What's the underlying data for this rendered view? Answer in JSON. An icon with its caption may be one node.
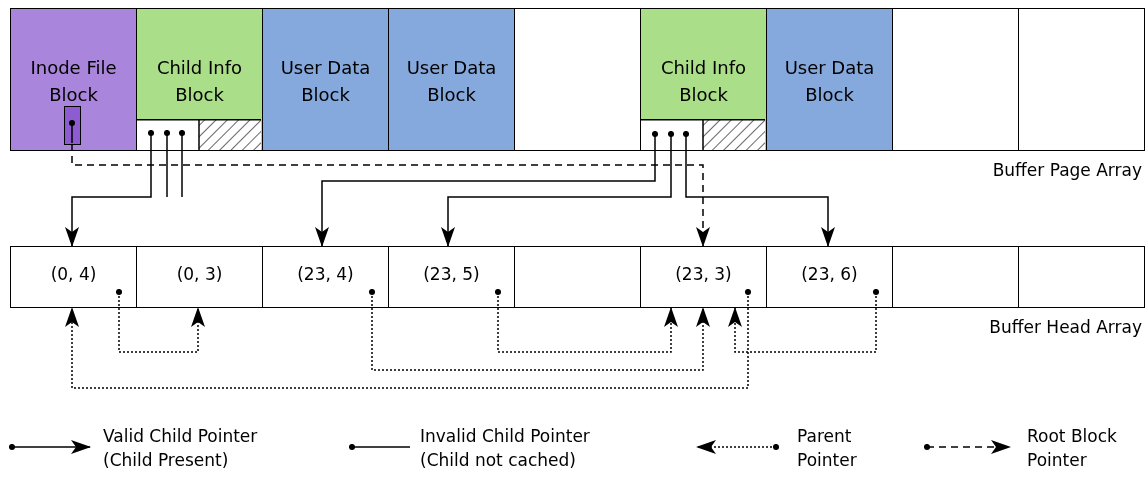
{
  "diagram": {
    "nodes": [
      {
        "text": [
          "Inode File Block"
        ]
      },
      {
        "text": [],
        "shape": "box",
        "in": 0
      },
      {
        "text": [
          "Child Info Block"
        ]
      },
      {
        "text": [
          "User Data Block"
        ]
      },
      {
        "text": [
          "User Data Block"
        ]
      },
      {
        "text": [],
        "shape": "box"
      },
      {
        "text": [
          "Child Info Block"
        ]
      },
      {
        "text": [
          "User Data Block"
        ]
      },
      {
        "text": [],
        "shape": "box"
      },
      {
        "text": [],
        "shape": "box"
      },
      {
        "text": [
          "(0, 4)"
        ]
      },
      {
        "text": [
          "(0, 3)"
        ]
      },
      {
        "text": [
          "(23, 4)"
        ]
      },
      {
        "text": [
          "(23, 5)"
        ]
      },
      {
        "text": [],
        "shape": "box"
      },
      {
        "text": [
          "(23, 3)"
        ]
      },
      {
        "text": [
          "(23, 6)"
        ]
      },
      {
        "text": [],
        "shape": "box"
      },
      {
        "text": [],
        "shape": "box"
      }
    ],
    "edges": [
      {
        "from": 1,
        "to": 15,
        "arrow": "to",
        "style": "dashed"
      },
      {
        "from": 2,
        "to": 10,
        "arrow": "to"
      },
      {
        "from": 2,
        "to": null,
        "arrow": "other"
      },
      {
        "from": 2,
        "to": null,
        "arrow": "other"
      },
      {
        "from": 6,
        "to": 12,
        "arrow": "to"
      },
      {
        "from": 6,
        "to": 13,
        "arrow": "to"
      },
      {
        "from": 6,
        "to": 16,
        "arrow": "to"
      },
      {
        "from": 10,
        "to": 11,
        "arrow": "to",
        "style": "dashed"
      },
      {
        "from": 13,
        "to": 15,
        "arrow": "to",
        "style": "dashed"
      },
      {
        "from": 12,
        "to": 15,
        "arrow": "to",
        "style": "dashed"
      },
      {
        "from": 16,
        "to": 15,
        "arrow": "to",
        "style": "dashed"
      },
      {
        "from": 15,
        "to": 10,
        "arrow": "to",
        "style": "dashed"
      }
    ],
    "labels": [
      "Buffer Page Array",
      "Buffer Head Array"
    ],
    "legend": [
      {
        "text": "Valid Child Pointer (Child Present)"
      },
      {
        "text": "Invalid Child Pointer (Child not cached)"
      },
      {
        "text": "Parent Pointer"
      },
      {
        "text": "Root Block Pointer"
      }
    ]
  }
}
